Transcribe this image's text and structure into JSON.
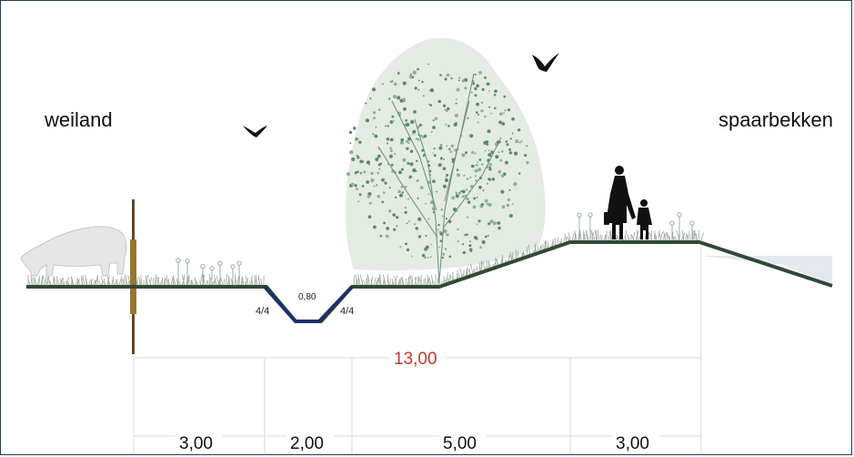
{
  "labels": {
    "left_area": "weiland",
    "right_area": "spaarbekken",
    "ditch_depth": "0,80",
    "slope_left": "4/4",
    "slope_right": "4/4",
    "total_width": "13,00"
  },
  "dimensions": [
    {
      "value": "3,00"
    },
    {
      "value": "2,00"
    },
    {
      "value": "5,00"
    },
    {
      "value": "3,00"
    }
  ],
  "colors": {
    "ground": "#2f4a35",
    "ditch": "#1f2f6b",
    "post": "#7a5a1e",
    "total_text": "#c0392b",
    "water": "#e6e6ee",
    "tree_canopy": "#e3ebe3",
    "foliage": "#5f8a6f",
    "dim_lines": "#d8d8d8"
  }
}
